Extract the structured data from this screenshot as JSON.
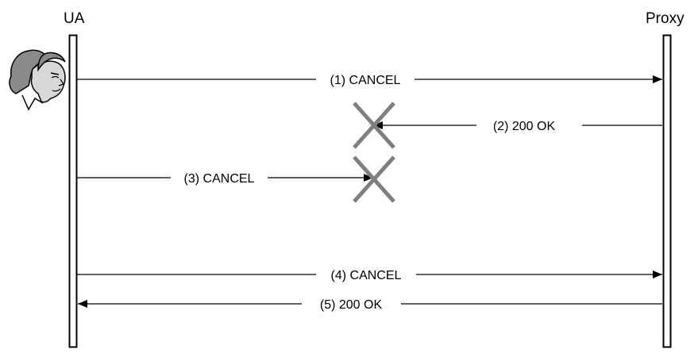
{
  "participants": [
    {
      "id": "ua",
      "label": "UA"
    },
    {
      "id": "proxy",
      "label": "Proxy"
    }
  ],
  "messages": [
    {
      "id": "m1",
      "label": "(1) CANCEL",
      "from": "ua",
      "to": "proxy",
      "lost": false
    },
    {
      "id": "m2",
      "label": "(2) 200 OK",
      "from": "proxy",
      "to": "ua",
      "lost": true
    },
    {
      "id": "m3",
      "label": "(3) CANCEL",
      "from": "ua",
      "to": "proxy",
      "lost": true
    },
    {
      "id": "m4",
      "label": "(4) CANCEL",
      "from": "ua",
      "to": "proxy",
      "lost": false
    },
    {
      "id": "m5",
      "label": "(5) 200 OK",
      "from": "proxy",
      "to": "ua",
      "lost": false
    }
  ],
  "colors": {
    "line": "#000000",
    "lost_mark": "#7f7f7f",
    "skin": "#d8d8d8",
    "hair": "#8a8a8a"
  },
  "icons": {
    "user": "user-face-icon",
    "lost": "lost-message-x-icon"
  }
}
